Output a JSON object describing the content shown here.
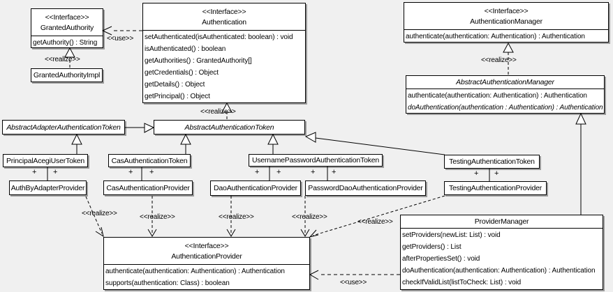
{
  "diagram": {
    "background": "#f0f0f0",
    "box_fill": "#ffffff",
    "line_color": "#000000",
    "shadow_color": "#9c9c9c"
  },
  "labels": {
    "use": "<<use>>",
    "realize": "<<realize>>",
    "plus": "+"
  },
  "classes": {
    "granted_authority": {
      "stereotype": "<<Interface>>",
      "name": "GrantedAuthority",
      "methods": [
        "getAuthority() : String"
      ]
    },
    "granted_authority_impl": {
      "name": "GrantedAuthorityImpl"
    },
    "authentication": {
      "stereotype": "<<Interface>>",
      "name": "Authentication",
      "methods": [
        "setAuthenticated(isAuthenticated: boolean) : void",
        "isAuthenticated() : boolean",
        "getAuthorities() : GrantedAuthority[]",
        "getCredentials() : Object",
        "getDetails() : Object",
        "getPrincipal() : Object"
      ]
    },
    "authentication_manager": {
      "stereotype": "<<Interface>>",
      "name": "AuthenticationManager",
      "methods": [
        "authenticate(authentication: Authentication) : Authentication"
      ]
    },
    "abstract_authentication_manager": {
      "name": "AbstractAuthenticationManager",
      "methods": [
        "authenticate(authentication: Authentication) : Authentication",
        "doAuthentication(authentication : Authentication) : Authentication"
      ]
    },
    "abstract_adapter_authentication_token": {
      "name": "AbstractAdapterAuthenticationToken"
    },
    "abstract_authentication_token": {
      "name": "AbstractAuthenticationToken"
    },
    "principal_acegi_user_token": {
      "name": "PrincipalAcegiUserToken"
    },
    "cas_authentication_token": {
      "name": "CasAuthenticationToken"
    },
    "username_password_authentication_token": {
      "name": "UsernamePasswordAuthenticationToken"
    },
    "testing_authentication_token": {
      "name": "TestingAuthenticationToken"
    },
    "auth_by_adapter_provider": {
      "name": "AuthByAdapterProvider"
    },
    "cas_authentication_provider": {
      "name": "CasAuthenticationProvider"
    },
    "dao_authentication_provider": {
      "name": "DaoAuthenticationProvider"
    },
    "password_dao_authentication_provider": {
      "name": "PasswordDaoAuthenticationProvider"
    },
    "testing_authentication_provider": {
      "name": "TestingAuthenticationProvider"
    },
    "authentication_provider": {
      "stereotype": "<<Interface>>",
      "name": "AuthenticationProvider",
      "methods": [
        "authenticate(authentication: Authentication) : Authentication",
        "supports(authentication: Class) : boolean"
      ]
    },
    "provider_manager": {
      "name": "ProviderManager",
      "methods": [
        "setProviders(newList: List) : void",
        "getProviders() : List",
        "afterPropertiesSet() : void",
        "doAuthentication(authentication: Authentication) : Authentication",
        "checkIfValidList(listToCheck: List) : void"
      ]
    }
  }
}
